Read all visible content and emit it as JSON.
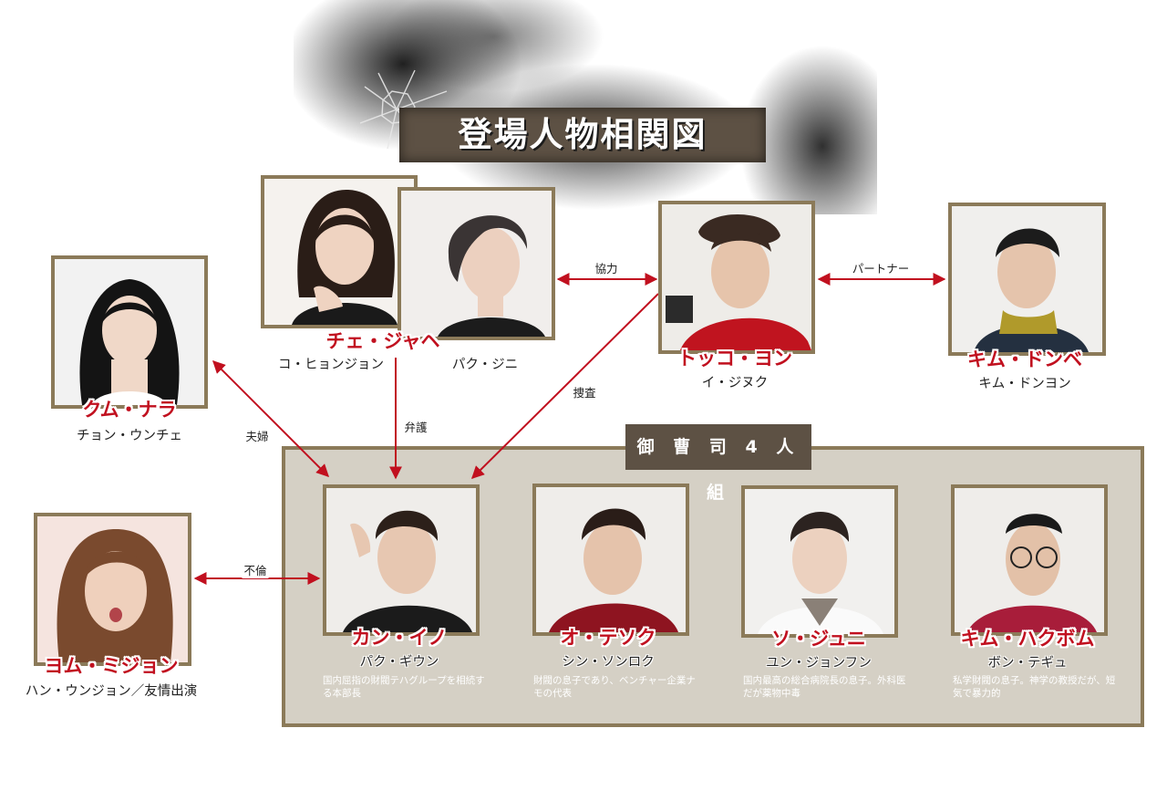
{
  "title": "登場人物相関図",
  "group": {
    "label": "御 曹 司 4 人 組"
  },
  "colors": {
    "frame": "#8b7a59",
    "name_red": "#c1101f",
    "arrow_red": "#c1101f",
    "panel_bg": "#d5d0c5",
    "title_bar": "#5d5144"
  },
  "characters": {
    "nara": {
      "name": "クム・ナラ",
      "actor": "チョン・ウンチェ"
    },
    "jahe": {
      "name": "チェ・ジャヘ",
      "actor_left": "コ・ヒョンジョン",
      "actor_right": "パク・ジニ"
    },
    "yong": {
      "name": "トッコ・ヨン",
      "actor": "イ・ジヌク"
    },
    "donbe": {
      "name": "キム・ドンベ",
      "actor": "キム・ドンヨン"
    },
    "mijon": {
      "name": "ヨム・ミジョン",
      "actor": "ハン・ウンジョン／友情出演"
    },
    "ino": {
      "name": "カン・イノ",
      "actor": "パク・ギウン",
      "desc": "国内屈指の財閥テハグループを相続する本部長"
    },
    "tesok": {
      "name": "オ・テソク",
      "actor": "シン・ソンロク",
      "desc": "財閥の息子であり、ベンチャー企業ナモの代表"
    },
    "juni": {
      "name": "ソ・ジュニ",
      "actor": "ユン・ジョンフン",
      "desc": "国内最高の総合病院長の息子。外科医だが薬物中毒"
    },
    "hakbom": {
      "name": "キム・ハクボム",
      "actor": "ボン・テギュ",
      "desc": "私学財閥の息子。神学の教授だが、短気で暴力的"
    }
  },
  "relations": {
    "kyoryoku": "協力",
    "partner": "パートナー",
    "sosa": "捜査",
    "bengo": "弁護",
    "fufu": "夫婦",
    "furin": "不倫"
  }
}
